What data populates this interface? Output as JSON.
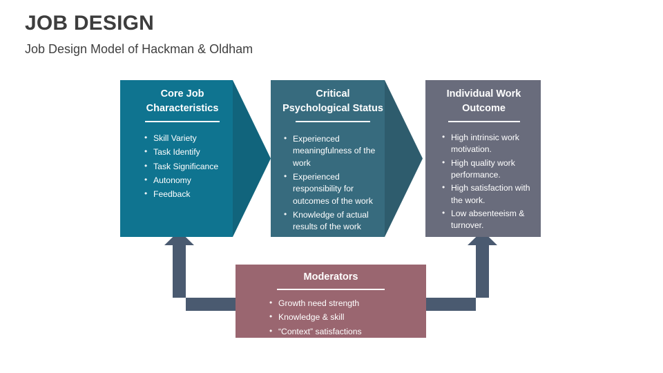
{
  "header": {
    "title": "JOB DESIGN",
    "subtitle": "Job Design Model of Hackman & Oldham"
  },
  "colors": {
    "stage_core": "#0f7490",
    "stage_core_arrow": "#11647c",
    "stage_critical": "#376b7e",
    "stage_critical_arrow": "#2e5c6d",
    "stage_outcome": "#696c7c",
    "moderators": "#9a6670",
    "connector": "#4a5a70",
    "title_text": "#3d3d3d",
    "subtitle_text": "#404040",
    "box_text": "#ffffff",
    "background": "#ffffff"
  },
  "diagram": {
    "type": "process-flow",
    "stages": [
      {
        "id": "core-job-characteristics",
        "title": "Core Job\nCharacteristics",
        "title_line1": "Core Job",
        "title_line2": "Characteristics",
        "shape": "chevron",
        "bullets": [
          "Skill Variety",
          "Task Identify",
          "Task Significance",
          "Autonomy",
          "Feedback"
        ]
      },
      {
        "id": "critical-psychological-status",
        "title": "Critical\nPsychological Status",
        "title_line1": "Critical",
        "title_line2": "Psychological Status",
        "shape": "chevron",
        "bullets": [
          "Experienced meaningfulness of the work",
          "Experienced responsibility for outcomes of the work",
          "Knowledge of actual results of the work"
        ]
      },
      {
        "id": "individual-work-outcome",
        "title": "Individual Work\nOutcome",
        "title_line1": "Individual Work",
        "title_line2": "Outcome",
        "shape": "rectangle",
        "bullets": [
          "High intrinsic work motivation.",
          "High quality work performance.",
          "High satisfaction with the work.",
          "Low absenteeism & turnover."
        ]
      }
    ],
    "moderators": {
      "id": "moderators",
      "title": "Moderators",
      "shape": "rectangle",
      "bullets": [
        "Growth need strength",
        "Knowledge & skill",
        "“Context” satisfactions"
      ]
    },
    "connectors": [
      {
        "id": "moderators-to-core",
        "from": "moderators",
        "to": "core-job-characteristics",
        "style": "elbow-arrow-up-left"
      },
      {
        "id": "moderators-to-outcome",
        "from": "moderators",
        "to": "individual-work-outcome",
        "style": "elbow-arrow-up-right"
      },
      {
        "id": "core-to-critical",
        "from": "core-job-characteristics",
        "to": "critical-psychological-status",
        "style": "chevron-point"
      },
      {
        "id": "critical-to-outcome",
        "from": "critical-psychological-status",
        "to": "individual-work-outcome",
        "style": "chevron-point"
      }
    ]
  }
}
